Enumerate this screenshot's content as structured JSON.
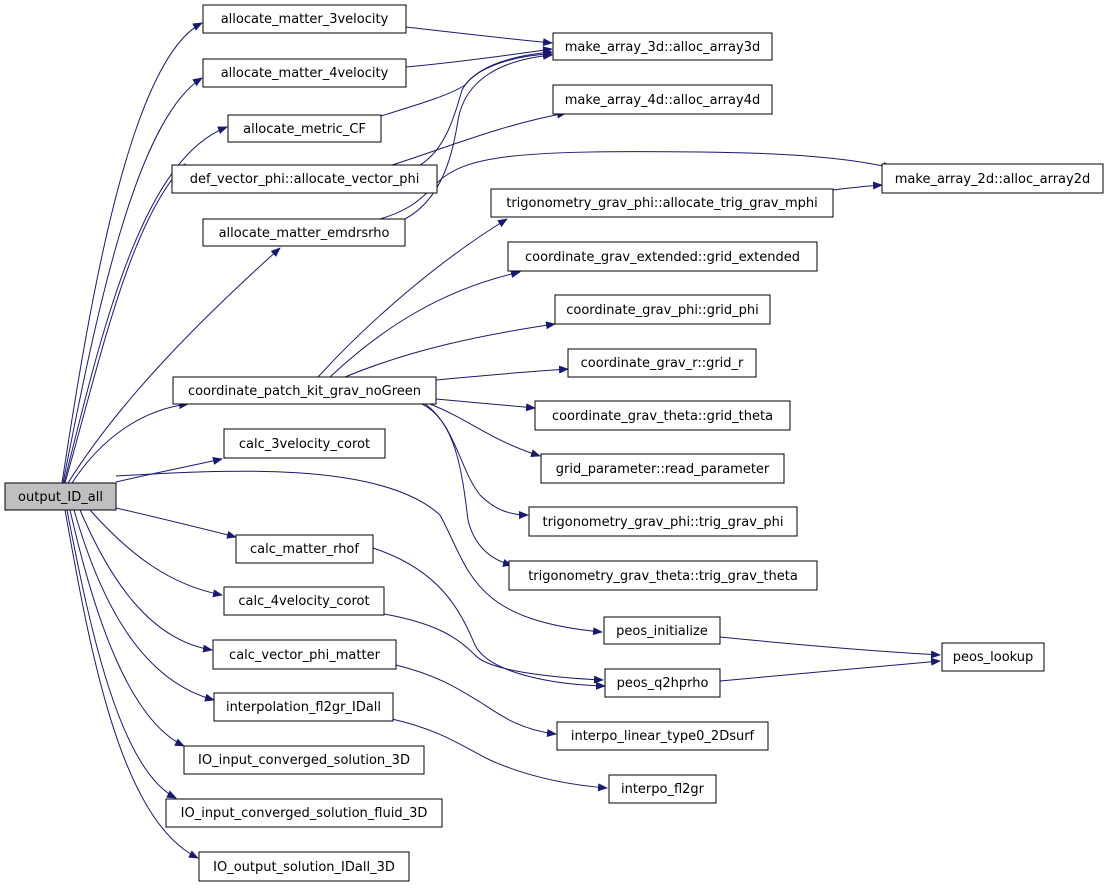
{
  "colors": {
    "edge": "#191970",
    "node_border": "#000000",
    "node_fill": "#ffffff",
    "root_fill": "#bfbfbf"
  },
  "nodes": {
    "output_id_all": "output_ID_all",
    "allocate_matter_3velocity": "allocate_matter_3velocity",
    "allocate_matter_4velocity": "allocate_matter_4velocity",
    "allocate_metric_cf": "allocate_metric_CF",
    "allocate_vector_phi": "def_vector_phi::allocate_vector_phi",
    "allocate_matter_emdrsrho": "allocate_matter_emdrsrho",
    "coordinate_patch_kit": "coordinate_patch_kit_grav_noGreen",
    "calc_3velocity_corot": "calc_3velocity_corot",
    "calc_matter_rhof": "calc_matter_rhof",
    "calc_4velocity_corot": "calc_4velocity_corot",
    "calc_vector_phi_matter": "calc_vector_phi_matter",
    "interpolation_fl2gr_idall": "interpolation_fl2gr_IDall",
    "io_input_converged_solution_3d": "IO_input_converged_solution_3D",
    "io_input_converged_solution_fluid_3d": "IO_input_converged_solution_fluid_3D",
    "io_output_solution_idall_3d": "IO_output_solution_IDall_3D",
    "alloc_array3d": "make_array_3d::alloc_array3d",
    "alloc_array4d": "make_array_4d::alloc_array4d",
    "alloc_array2d": "make_array_2d::alloc_array2d",
    "allocate_trig_grav_mphi": "trigonometry_grav_phi::allocate_trig_grav_mphi",
    "grid_extended": "coordinate_grav_extended::grid_extended",
    "grid_phi": "coordinate_grav_phi::grid_phi",
    "grid_r": "coordinate_grav_r::grid_r",
    "grid_theta": "coordinate_grav_theta::grid_theta",
    "read_parameter": "grid_parameter::read_parameter",
    "trig_grav_phi": "trigonometry_grav_phi::trig_grav_phi",
    "trig_grav_theta": "trigonometry_grav_theta::trig_grav_theta",
    "peos_initialize": "peos_initialize",
    "peos_q2hprho": "peos_q2hprho",
    "peos_lookup": "peos_lookup",
    "interpo_linear_type0_2dsurf": "interpo_linear_type0_2Dsurf",
    "interpo_fl2gr": "interpo_fl2gr"
  }
}
